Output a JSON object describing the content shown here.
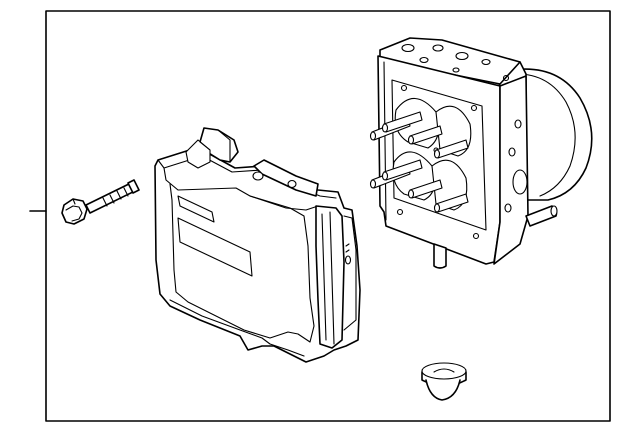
{
  "diagram": {
    "frame_color": "#000000",
    "line_color": "#000000",
    "background_color": "#ffffff",
    "parts": [
      "flange-bolt",
      "electronic-control-module",
      "hydraulic-modulator-unit",
      "rubber-grommet"
    ]
  }
}
